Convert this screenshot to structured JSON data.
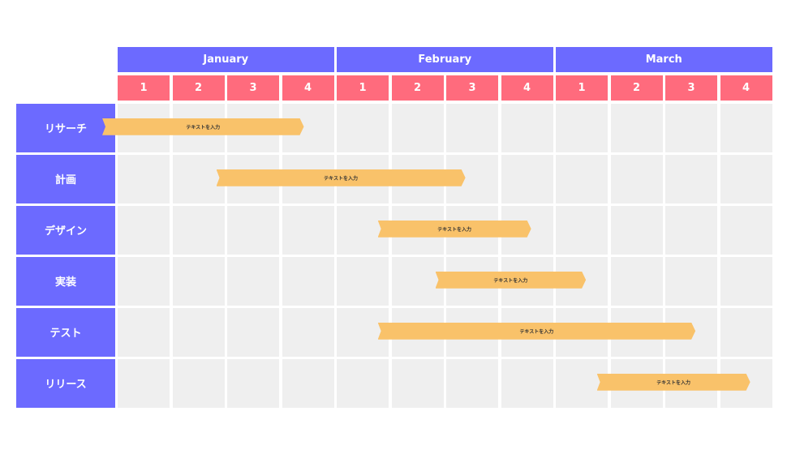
{
  "months": [
    "January",
    "February",
    "March"
  ],
  "weeks": [
    "1",
    "2",
    "3",
    "4",
    "1",
    "2",
    "3",
    "4",
    "1",
    "2",
    "3",
    "4"
  ],
  "tasks": [
    {
      "label": "リサーチ",
      "bar_text": "テキストを入力",
      "start_week": 0,
      "end_week": 3.4,
      "starts_before_grid": true
    },
    {
      "label": "計画",
      "bar_text": "テキストを入力",
      "start_week": 1.8,
      "end_week": 6.35
    },
    {
      "label": "デザイン",
      "bar_text": "テキストを入力",
      "start_week": 4.75,
      "end_week": 7.55
    },
    {
      "label": "実装",
      "bar_text": "テキストを入力",
      "start_week": 5.8,
      "end_week": 8.55
    },
    {
      "label": "テスト",
      "bar_text": "テキストを入力",
      "start_week": 4.75,
      "end_week": 10.55
    },
    {
      "label": "リリース",
      "bar_text": "テキストを入力",
      "start_week": 8.75,
      "end_week": 11.55
    }
  ],
  "colors": {
    "month_header": "#6c6aff",
    "week_header": "#ff6b7d",
    "task_label": "#6c6aff",
    "cell": "#efefef",
    "bar": "#f9c26a"
  }
}
